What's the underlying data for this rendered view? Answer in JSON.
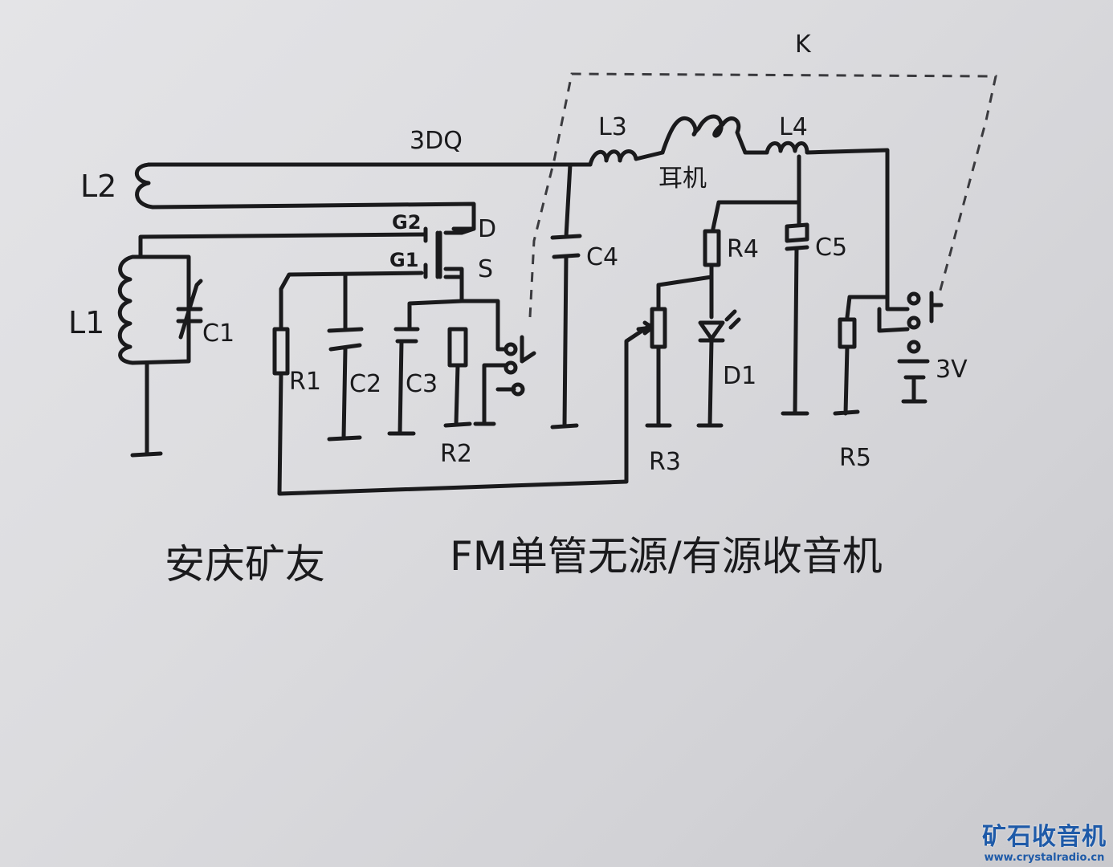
{
  "title": {
    "left": "安庆矿友",
    "right": "FM单管无源/有源收音机"
  },
  "labels": {
    "transistor": "3DQ",
    "L2": "L2",
    "L1": "L1",
    "C1": "C1",
    "G2": "G2",
    "D": "D",
    "G1": "G1",
    "S": "S",
    "R1": "R1",
    "C2": "C2",
    "C3": "C3",
    "R2": "R2",
    "C4": "C4",
    "L3": "L3",
    "earphone": "耳机",
    "L4": "L4",
    "R4": "R4",
    "C5": "C5",
    "R3": "R3",
    "D1": "D1",
    "R5": "R5",
    "battery": "3V",
    "switch": "K"
  },
  "watermark": {
    "name": "矿石收音机",
    "url": "www.crystalradio.cn"
  }
}
